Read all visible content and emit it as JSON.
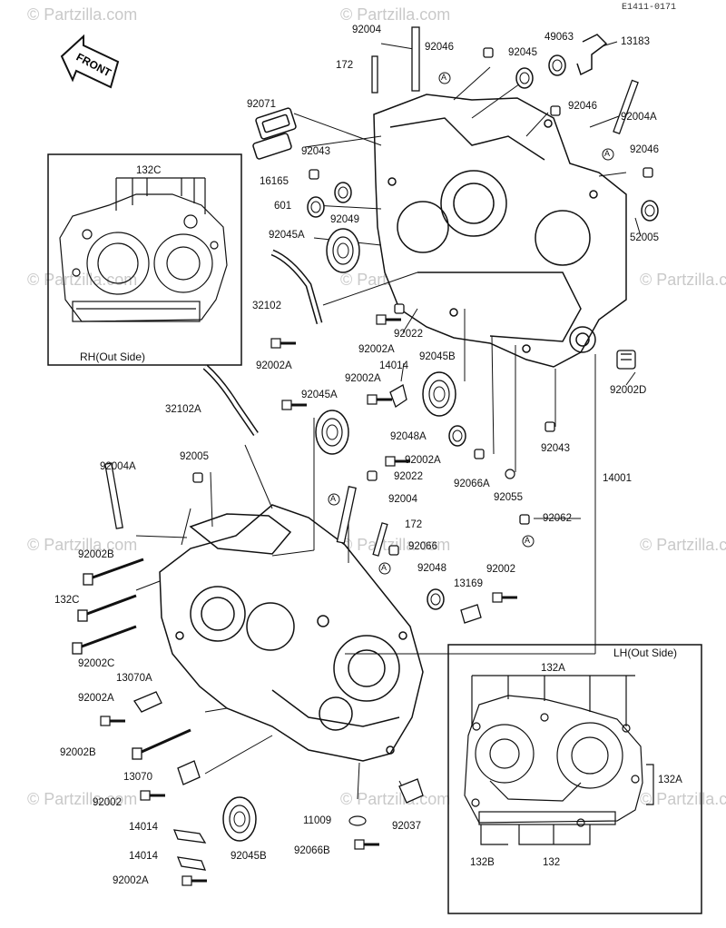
{
  "diagram_code": "E1411-0171",
  "front_label": "FRONT",
  "watermark": "© Partzilla.com",
  "inset_rh": {
    "title": "RH(Out Side)",
    "labels": [
      "132C"
    ]
  },
  "inset_lh": {
    "title": "LH(Out Side)",
    "labels": [
      "132A",
      "132A",
      "132B",
      "132"
    ]
  },
  "ref_mark": "A",
  "parts": [
    "92004",
    "92046",
    "92045",
    "49063",
    "13183",
    "172",
    "92071",
    "92043",
    "92046",
    "92004A",
    "16165",
    "601",
    "92049",
    "92046",
    "92045A",
    "52005",
    "32102",
    "92022",
    "92002A",
    "92045B",
    "92002A",
    "92002A",
    "14014",
    "92002D",
    "32102A",
    "92045A",
    "92048A",
    "92043",
    "92002A",
    "92004A",
    "92005",
    "92022",
    "92066A",
    "92055",
    "14001",
    "92004",
    "92062",
    "172",
    "92002B",
    "92066",
    "132C",
    "92048",
    "13169",
    "92002",
    "92002C",
    "13070A",
    "92002A",
    "92002B",
    "13070",
    "92002",
    "11009",
    "92037",
    "14014",
    "92045B",
    "92066B",
    "14014",
    "92002A"
  ]
}
